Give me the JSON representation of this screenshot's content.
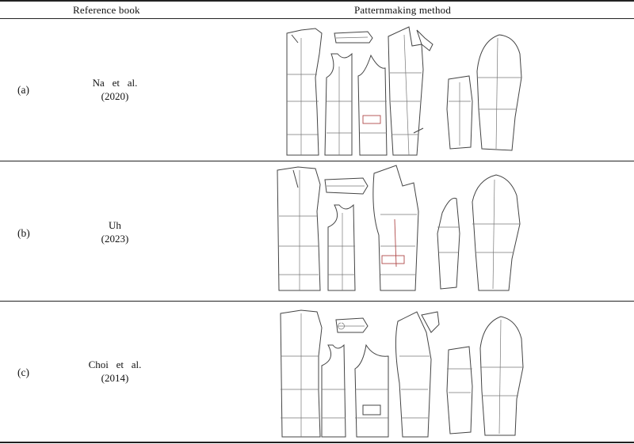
{
  "table": {
    "headers": {
      "reference": "Reference book",
      "method": "Patternmaking method"
    },
    "rows": [
      {
        "label": "(a)",
        "reference_line1": "Na   et   al.",
        "reference_line2": "(2020)"
      },
      {
        "label": "(b)",
        "reference_line1": "Uh",
        "reference_line2": "(2023)"
      },
      {
        "label": "(c)",
        "reference_line1": "Choi   et   al.",
        "reference_line2": "(2014)"
      }
    ]
  }
}
